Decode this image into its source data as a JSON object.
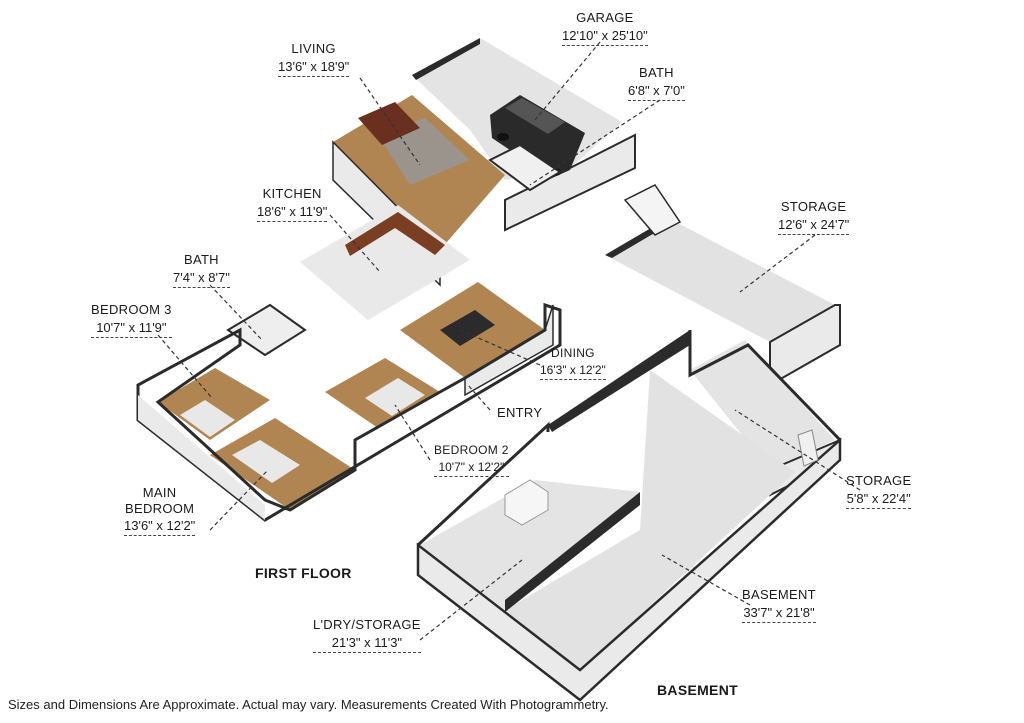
{
  "floors": {
    "first_floor": "FIRST FLOOR",
    "basement": "BASEMENT"
  },
  "rooms": [
    {
      "id": "garage",
      "name": "GARAGE",
      "dims": "12'10\" x 25'10\""
    },
    {
      "id": "living",
      "name": "LIVING",
      "dims": "13'6\" x 18'9\""
    },
    {
      "id": "bath_upper",
      "name": "BATH",
      "dims": "6'8\" x 7'0\""
    },
    {
      "id": "kitchen",
      "name": "KITCHEN",
      "dims": "18'6\" x 11'9\""
    },
    {
      "id": "storage_upper",
      "name": "STORAGE",
      "dims": "12'6\" x 24'7\""
    },
    {
      "id": "bath_lower",
      "name": "BATH",
      "dims": "7'4\" x 8'7\""
    },
    {
      "id": "bedroom3",
      "name": "BEDROOM 3",
      "dims": "10'7\" x 11'9\""
    },
    {
      "id": "dining",
      "name": "DINING",
      "dims": "16'3\" x 12'2\""
    },
    {
      "id": "entry",
      "name": "ENTRY",
      "dims": ""
    },
    {
      "id": "bedroom2",
      "name": "BEDROOM 2",
      "dims": "10'7\" x 12'2\""
    },
    {
      "id": "main_bedroom",
      "name": "MAIN\nBEDROOM",
      "dims": "13'6\" x 12'2\""
    },
    {
      "id": "storage_lower",
      "name": "STORAGE",
      "dims": "5'8\" x 22'4\""
    },
    {
      "id": "basement",
      "name": "BASEMENT",
      "dims": "33'7\" x 21'8\""
    },
    {
      "id": "laundry",
      "name": "L'DRY/STORAGE",
      "dims": "21'3\" x 11'3\""
    }
  ],
  "disclaimer": "Sizes and Dimensions Are Approximate. Actual may vary. Measurements Created With Photogrammetry.",
  "colors": {
    "wall_top": "#2b2b2b",
    "wall_side": "#e6e6e6",
    "wood_floor": "#b08552",
    "tile_floor": "#e9e9e9",
    "concrete_floor": "#e2e2e2",
    "car": "#2a2a2a"
  }
}
